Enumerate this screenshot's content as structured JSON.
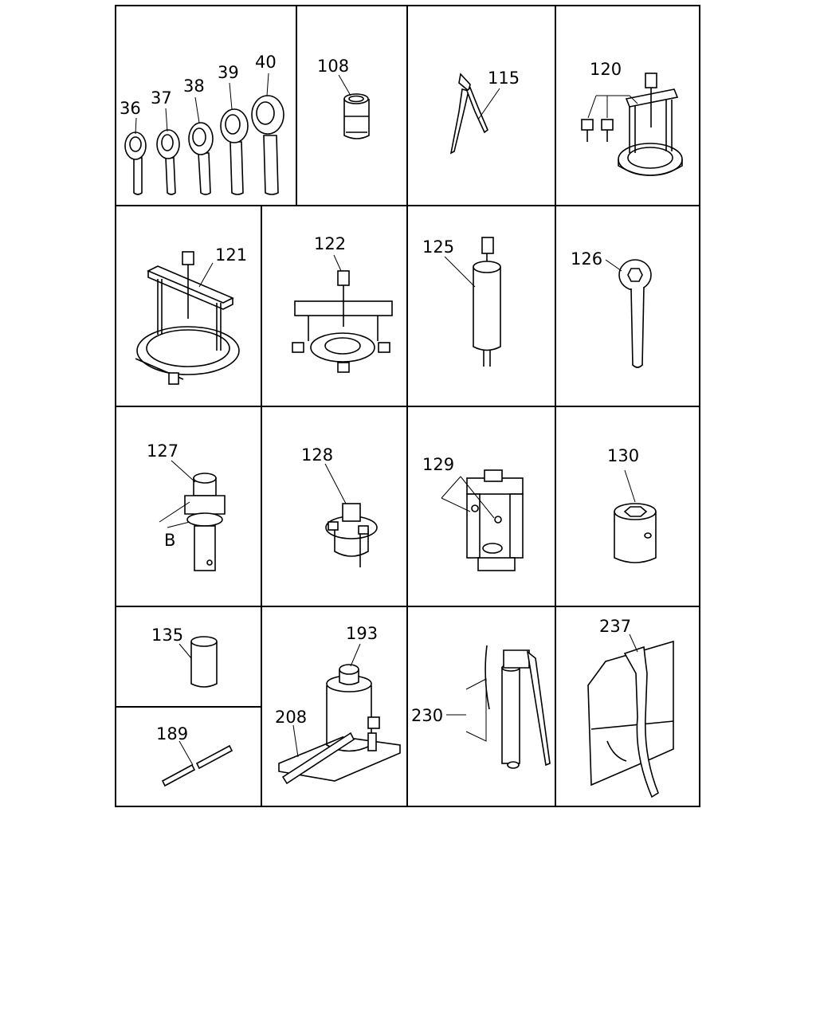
{
  "labels": {
    "l36": "36",
    "l37": "37",
    "l38": "38",
    "l39": "39",
    "l40": "40",
    "l108": "108",
    "l115": "115",
    "l120": "120",
    "l121": "121",
    "l122": "122",
    "l125": "125",
    "l126": "126",
    "l127": "127",
    "lB": "B",
    "l128": "128",
    "l129": "129",
    "l130": "130",
    "l135": "135",
    "l189": "189",
    "l193": "193",
    "l208": "208",
    "l230": "230",
    "l237": "237"
  }
}
